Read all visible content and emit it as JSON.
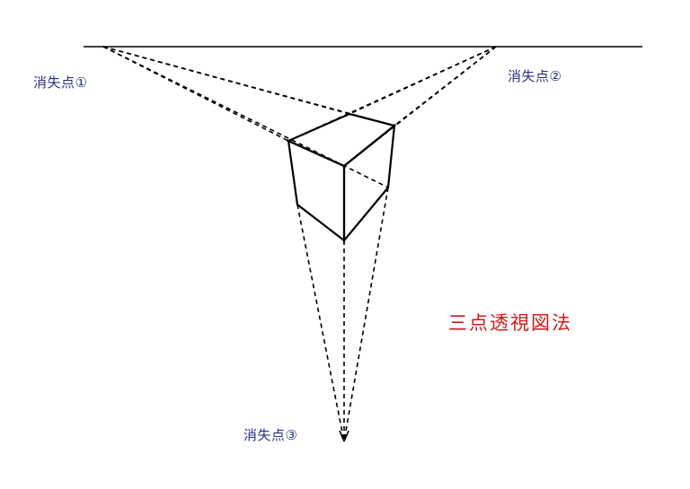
{
  "title": "三点透視図法",
  "vanishing_points": [
    {
      "label": "消失点①"
    },
    {
      "label": "消失点②"
    },
    {
      "label": "消失点③"
    }
  ],
  "colors": {
    "label": "#2b2f86",
    "title": "#d11a1a",
    "line": "#000000",
    "background": "#ffffff"
  }
}
